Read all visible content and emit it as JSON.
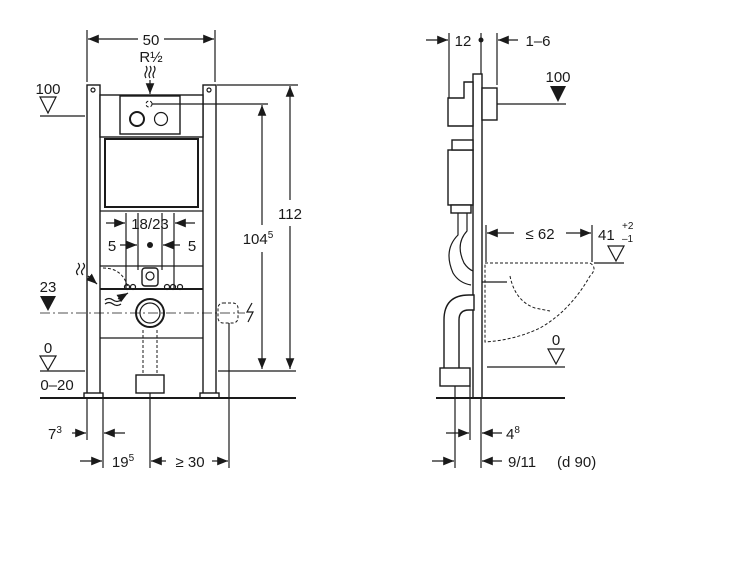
{
  "front_view": {
    "width": "50",
    "water_connection": "R½",
    "level_top": "100",
    "height_total": "112",
    "height_inner": "104",
    "height_inner_sup": "5",
    "spacing": "18/23",
    "offset_left": "5",
    "offset_right": "5",
    "level_connection": "23",
    "level_floor": "0",
    "floor_range": "0–20",
    "foot_offset": "7",
    "foot_offset_sup": "3",
    "drain_offset": "19",
    "drain_offset_sup": "5",
    "socket_offset": "≥ 30"
  },
  "side_view": {
    "depth": "12",
    "wall_gap": "1–6",
    "level_top": "100",
    "projection": "≤ 62",
    "seat_height": "41",
    "seat_tol_plus": "+2",
    "seat_tol_minus": "–1",
    "level_floor": "0",
    "offset_small": "4",
    "offset_small_sup": "8",
    "drain_offset": "9/11",
    "drain_diameter": "(d 90)"
  }
}
